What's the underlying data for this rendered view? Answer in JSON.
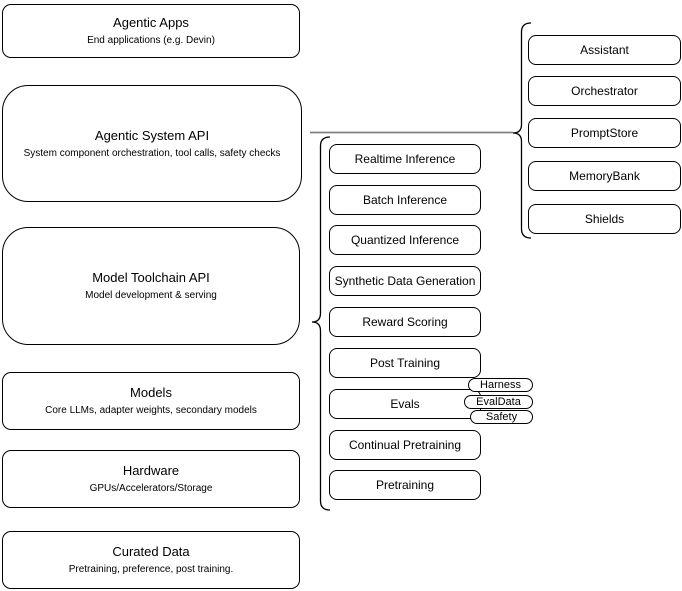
{
  "diagram": {
    "left_stack": [
      {
        "title": "Agentic Apps",
        "subtitle": "End applications (e.g. Devin)"
      },
      {
        "title": "Agentic System API",
        "subtitle": "System component orchestration, tool calls, safety checks"
      },
      {
        "title": "Model Toolchain API",
        "subtitle": "Model development & serving"
      },
      {
        "title": "Models",
        "subtitle": "Core LLMs, adapter weights, secondary models"
      },
      {
        "title": "Hardware",
        "subtitle": "GPUs/Accelerators/Storage"
      },
      {
        "title": "Curated Data",
        "subtitle": "Pretraining, preference, post training."
      }
    ],
    "toolchain_items": [
      "Realtime Inference",
      "Batch Inference",
      "Quantized Inference",
      "Synthetic Data Generation",
      "Reward Scoring",
      "Post Training",
      "Evals",
      "Continual Pretraining",
      "Pretraining"
    ],
    "evals_tags": [
      "Harness",
      "EvalData",
      "Safety"
    ],
    "system_items": [
      "Assistant",
      "Orchestrator",
      "PromptStore",
      "MemoryBank",
      "Shields"
    ],
    "colors": {
      "border": "#000000",
      "fill": "#ffffff",
      "text": "#000000",
      "connector": "#7f7f7f"
    }
  }
}
